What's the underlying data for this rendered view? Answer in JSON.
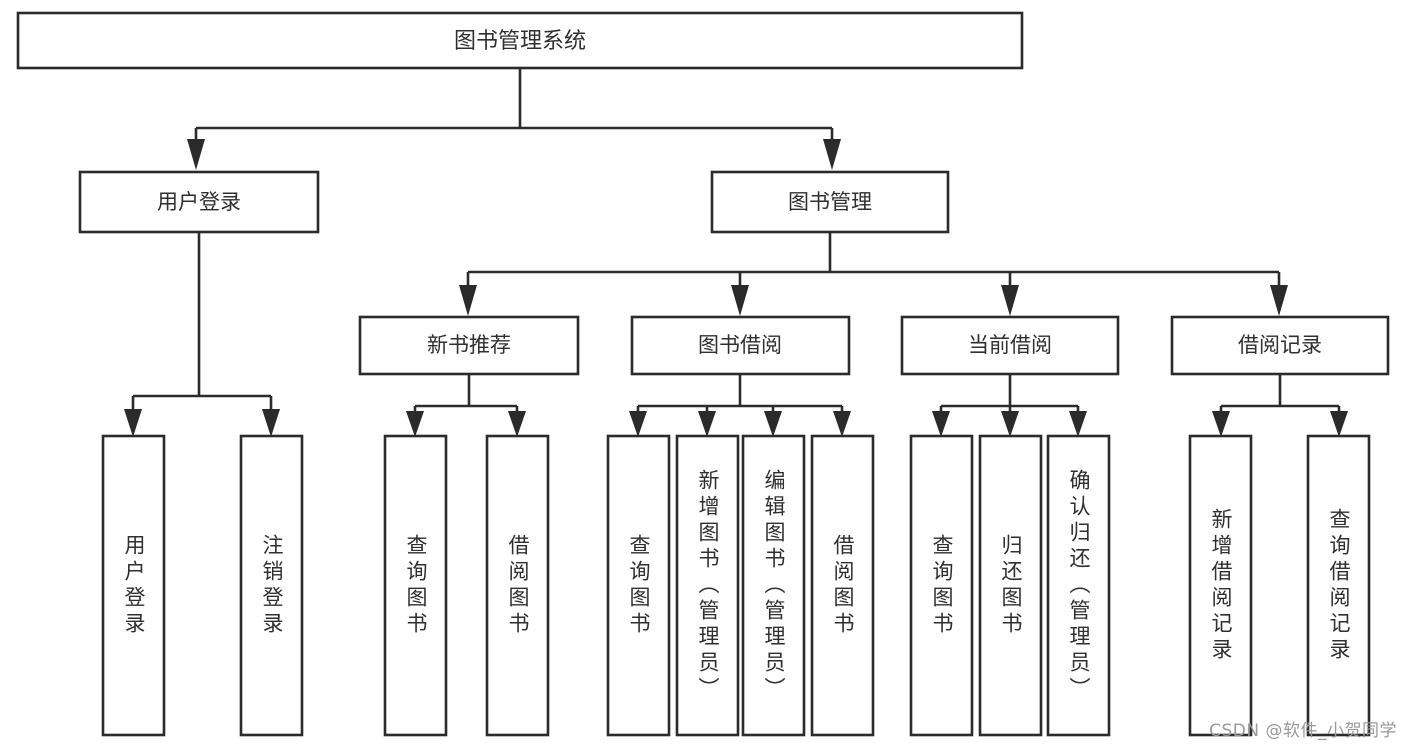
{
  "diagram": {
    "title": "图书管理系统",
    "watermark": "CSDN @软件_小贺同学",
    "colors": {
      "stroke": "#2b2b2b",
      "fill": "#ffffff",
      "text": "#2f2f2f",
      "watermark": "#9a9a9a",
      "background": "#ffffff"
    },
    "root": {
      "label": "图书管理系统"
    },
    "level1": [
      {
        "label": "用户登录"
      },
      {
        "label": "图书管理"
      }
    ],
    "level2": [
      {
        "label": "新书推荐"
      },
      {
        "label": "图书借阅"
      },
      {
        "label": "当前借阅"
      },
      {
        "label": "借阅记录"
      }
    ],
    "leaves": {
      "user_login": [
        {
          "label": "用户登录"
        },
        {
          "label": "注销登录"
        }
      ],
      "new_book_recommend": [
        {
          "label": "查询图书"
        },
        {
          "label": "借阅图书"
        }
      ],
      "book_borrow": [
        {
          "label": "查询图书"
        },
        {
          "label": "新增图书（管理员）"
        },
        {
          "label": "编辑图书（管理员）"
        },
        {
          "label": "借阅图书"
        }
      ],
      "current_borrow": [
        {
          "label": "查询图书"
        },
        {
          "label": "归还图书"
        },
        {
          "label": "确认归还（管理员）"
        }
      ],
      "borrow_records": [
        {
          "label": "新增借阅记录"
        },
        {
          "label": "查询借阅记录"
        }
      ]
    }
  }
}
